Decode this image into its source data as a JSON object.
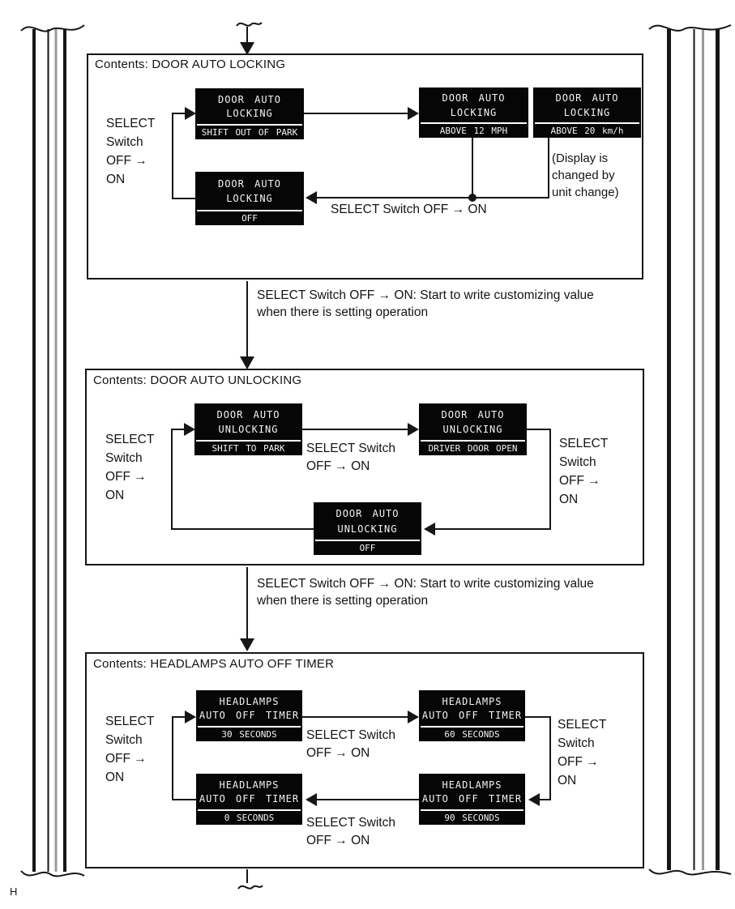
{
  "page_marker": "H",
  "colors": {
    "line": "#161616",
    "display_bg": "#060606",
    "display_text": "#f4f4f4",
    "break_line_gray": "#9a9a9a"
  },
  "section1": {
    "title": "Contents: DOOR AUTO LOCKING",
    "left_label": {
      "l1": "SELECT",
      "l2": "Switch",
      "l3": "OFF →",
      "l4": "ON"
    },
    "displays": {
      "shift_out_of_park": {
        "l1": "DOOR AUTO",
        "l2": "LOCKING",
        "value": "SHIFT OUT OF PARK"
      },
      "above_12_mph": {
        "l1": "DOOR AUTO",
        "l2": "LOCKING",
        "value": "ABOVE 12 MPH"
      },
      "above_20_kmh": {
        "l1": "DOOR AUTO",
        "l2": "LOCKING",
        "value": "ABOVE 20 km/h"
      },
      "off": {
        "l1": "DOOR AUTO",
        "l2": "LOCKING",
        "value": "OFF"
      }
    },
    "unit_note": {
      "l1": "(Display is",
      "l2": "changed by",
      "l3": "unit change)"
    },
    "select_label": "SELECT Switch OFF → ON"
  },
  "between1": {
    "l1": "SELECT Switch OFF → ON: Start to write customizing value",
    "l2": "when there is setting operation"
  },
  "section2": {
    "title": "Contents: DOOR AUTO UNLOCKING",
    "left_label": {
      "l1": "SELECT",
      "l2": "Switch",
      "l3": "OFF →",
      "l4": "ON"
    },
    "displays": {
      "shift_to_park": {
        "l1": "DOOR AUTO",
        "l2": "UNLOCKING",
        "value": "SHIFT TO PARK"
      },
      "driver_door_open": {
        "l1": "DOOR AUTO",
        "l2": "UNLOCKING",
        "value": "DRIVER DOOR OPEN"
      },
      "off": {
        "l1": "DOOR AUTO",
        "l2": "UNLOCKING",
        "value": "OFF"
      }
    },
    "mid_label": {
      "l1": "SELECT Switch",
      "l2": "OFF → ON"
    },
    "right_label": {
      "l1": "SELECT",
      "l2": "Switch",
      "l3": "OFF →",
      "l4": "ON"
    }
  },
  "between2": {
    "l1": "SELECT Switch OFF → ON: Start to write customizing value",
    "l2": "when there is setting operation"
  },
  "section3": {
    "title": "Contents: HEADLAMPS AUTO OFF TIMER",
    "left_label": {
      "l1": "SELECT",
      "l2": "Switch",
      "l3": "OFF →",
      "l4": "ON"
    },
    "displays": {
      "sec30": {
        "l1": "HEADLAMPS",
        "l2": "AUTO OFF TIMER",
        "value": "30 SECONDS"
      },
      "sec60": {
        "l1": "HEADLAMPS",
        "l2": "AUTO OFF TIMER",
        "value": "60 SECONDS"
      },
      "sec0": {
        "l1": "HEADLAMPS",
        "l2": "AUTO OFF TIMER",
        "value": "0 SECONDS"
      },
      "sec90": {
        "l1": "HEADLAMPS",
        "l2": "AUTO OFF TIMER",
        "value": "90 SECONDS"
      }
    },
    "mid_label_top": {
      "l1": "SELECT Switch",
      "l2": "OFF → ON"
    },
    "mid_label_bottom": {
      "l1": "SELECT Switch",
      "l2": "OFF → ON"
    },
    "right_label": {
      "l1": "SELECT",
      "l2": "Switch",
      "l3": "OFF →",
      "l4": "ON"
    }
  }
}
